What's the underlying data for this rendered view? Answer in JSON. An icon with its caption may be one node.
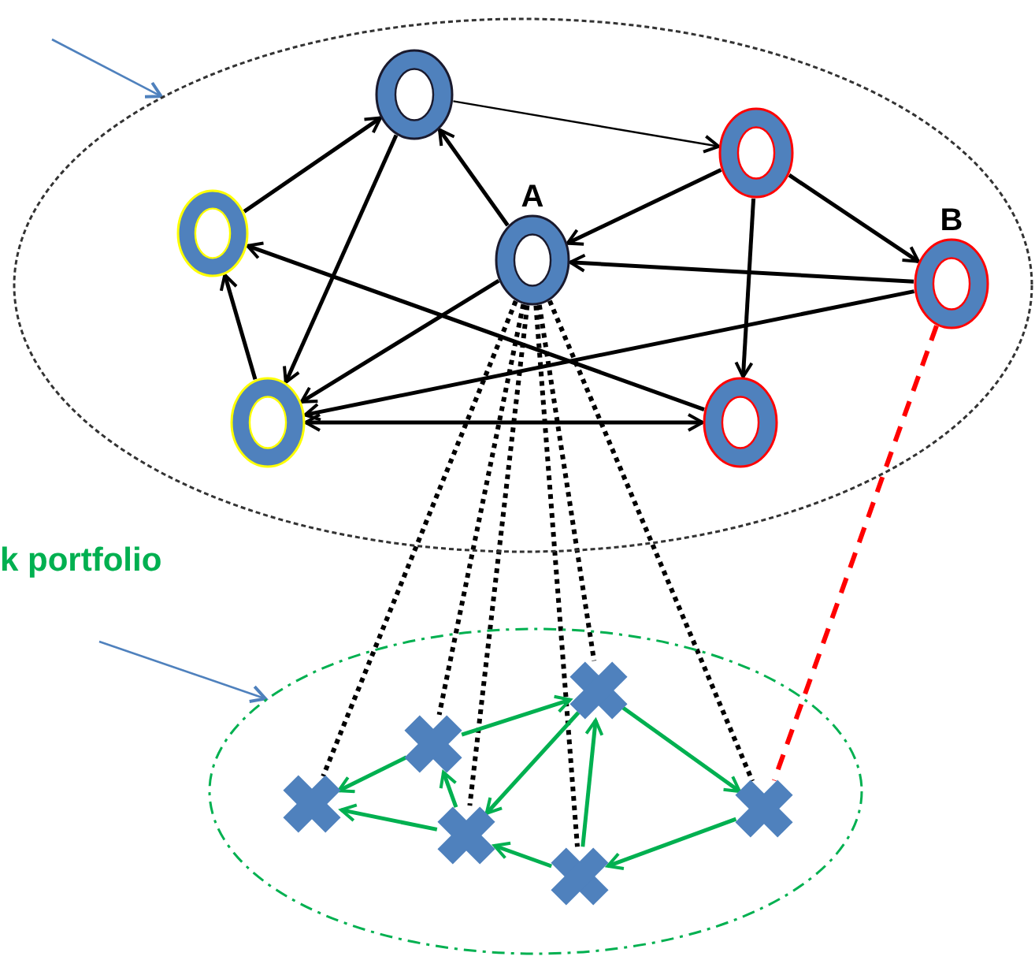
{
  "diagram": {
    "nodes": [
      {
        "text": [],
        "shape": "ellipse"
      },
      {
        "text": [],
        "shape": "circle",
        "in": 0
      },
      {
        "text": [],
        "shape": "circle",
        "in": 0
      },
      {
        "text": [
          "A"
        ],
        "in": 0
      },
      {
        "text": [],
        "shape": "circle",
        "in": 0
      },
      {
        "text": [],
        "shape": "circle",
        "in": 0
      },
      {
        "text": [
          "B"
        ],
        "in": 0
      },
      {
        "text": [],
        "shape": "circle",
        "in": 0
      },
      {
        "text": [],
        "shape": "ellipse"
      },
      {
        "text": [],
        "shape": "cross",
        "in": 8
      },
      {
        "text": [],
        "shape": "cross",
        "in": 8
      },
      {
        "text": [],
        "shape": "cross",
        "in": 8
      },
      {
        "text": [],
        "shape": "cross",
        "in": 8
      },
      {
        "text": [],
        "shape": "cross",
        "in": 8
      },
      {
        "text": [],
        "shape": "cross",
        "in": 8
      }
    ],
    "edges": [
      {
        "from": 2,
        "to": 1,
        "arrow": "to"
      },
      {
        "from": 1,
        "to": 4,
        "arrow": "to"
      },
      {
        "from": 3,
        "to": 1,
        "arrow": "to"
      },
      {
        "from": 1,
        "to": 5,
        "arrow": "to"
      },
      {
        "from": 5,
        "to": 3,
        "arrow": "to"
      },
      {
        "from": 5,
        "to": 7,
        "arrow": "to"
      },
      {
        "from": 5,
        "to": 6,
        "arrow": "to"
      },
      {
        "from": 6,
        "to": 3,
        "arrow": "to"
      },
      {
        "from": 6,
        "to": 4,
        "arrow": "to"
      },
      {
        "from": 3,
        "to": 4,
        "arrow": "to"
      },
      {
        "from": 7,
        "to": 2,
        "arrow": "to"
      },
      {
        "from": 4,
        "to": 2,
        "arrow": "to"
      },
      {
        "from": 4,
        "to": 7,
        "arrow": "both"
      },
      {
        "from": 3,
        "to": 9,
        "arrow": "none",
        "style": "dashed"
      },
      {
        "from": 3,
        "to": 10,
        "arrow": "none",
        "style": "dashed"
      },
      {
        "from": 3,
        "to": 11,
        "arrow": "none",
        "style": "dashed"
      },
      {
        "from": 3,
        "to": 12,
        "arrow": "none",
        "style": "dashed"
      },
      {
        "from": 3,
        "to": 13,
        "arrow": "none",
        "style": "dashed"
      },
      {
        "from": 3,
        "to": 14,
        "arrow": "none",
        "style": "dashed"
      },
      {
        "from": 6,
        "to": 14,
        "arrow": "none",
        "style": "dashed",
        "color": "#ff0000"
      },
      {
        "from": 10,
        "to": 9,
        "arrow": "to",
        "color": "#00b050"
      },
      {
        "from": 11,
        "to": 9,
        "arrow": "to",
        "color": "#00b050"
      },
      {
        "from": 11,
        "to": 10,
        "arrow": "to",
        "color": "#00b050"
      },
      {
        "from": 10,
        "to": 12,
        "arrow": "to",
        "color": "#00b050"
      },
      {
        "from": 12,
        "to": 11,
        "arrow": "to",
        "color": "#00b050"
      },
      {
        "from": 13,
        "to": 12,
        "arrow": "to",
        "color": "#00b050"
      },
      {
        "from": 12,
        "to": 14,
        "arrow": "to",
        "color": "#00b050"
      },
      {
        "from": 14,
        "to": 13,
        "arrow": "to",
        "color": "#00b050"
      },
      {
        "from": 13,
        "to": 11,
        "arrow": "to",
        "color": "#00b050"
      },
      {
        "from": null,
        "to": 0,
        "arrow": "to",
        "color": "#4f81bd"
      },
      {
        "from": null,
        "to": 8,
        "arrow": "to",
        "color": "#4f81bd"
      }
    ],
    "labels": [
      "k portfolio"
    ]
  }
}
